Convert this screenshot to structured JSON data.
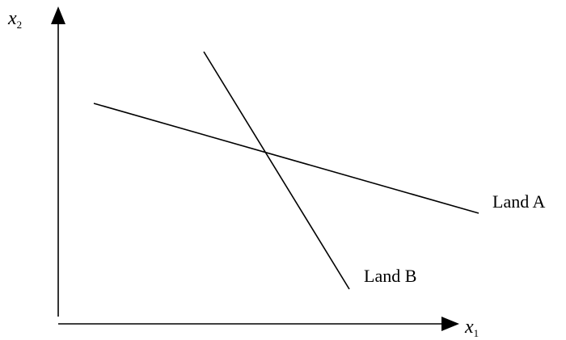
{
  "axes": {
    "y_label": {
      "base": "x",
      "sub": "2"
    },
    "x_label": {
      "base": "x",
      "sub": "1"
    }
  },
  "lines": [
    {
      "name": "land-a",
      "label": "Land A"
    },
    {
      "name": "land-b",
      "label": "Land B"
    }
  ],
  "colors": {
    "stroke": "#000000",
    "background": "#ffffff"
  }
}
